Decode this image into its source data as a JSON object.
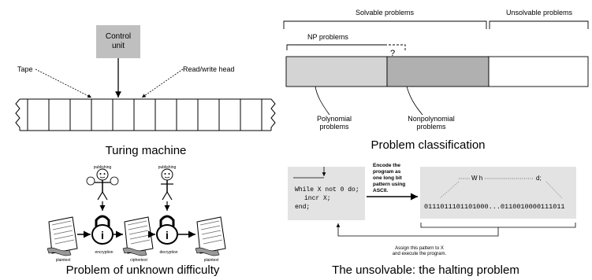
{
  "turing": {
    "control_unit": [
      "Control",
      "unit"
    ],
    "tape_label": "Tape",
    "head_label": "Read/write head",
    "caption": "Turing machine"
  },
  "classification": {
    "solvable_label": "Solvable problems",
    "unsolvable_label": "Unsolvable problems",
    "np_label": "NP problems",
    "question_mark": "?",
    "polynomial_label": [
      "Polynomial",
      "problems"
    ],
    "nonpolynomial_label": [
      "Nonpolynomial",
      "problems"
    ],
    "caption": "Problem classification",
    "colors": {
      "polynomial": "#d4d4d4",
      "nonpolynomial": "#b0b0b0",
      "unsolvable": "#ffffff"
    }
  },
  "crypto": {
    "person_labels": [
      "publishing",
      "publishing"
    ],
    "doc_labels": [
      "plaintext",
      "ciphertext",
      "plaintext"
    ],
    "lock_labels": [
      "encryption",
      "decryption"
    ],
    "caption": "Problem of unknown difficulty"
  },
  "halting": {
    "code_lines": [
      "While X not 0 do;",
      "incr X;",
      "end;"
    ],
    "encode_note": [
      "Encode the",
      "program as",
      "one long bit",
      "pattern using",
      "ASCII."
    ],
    "text_start": "W h",
    "text_end": "d;",
    "bit_pattern": "0111011101101000...0110010000111011",
    "assign_note": [
      "Assign this pattern to X",
      "and execute the program."
    ],
    "caption": "The unsolvable: the halting problem"
  }
}
